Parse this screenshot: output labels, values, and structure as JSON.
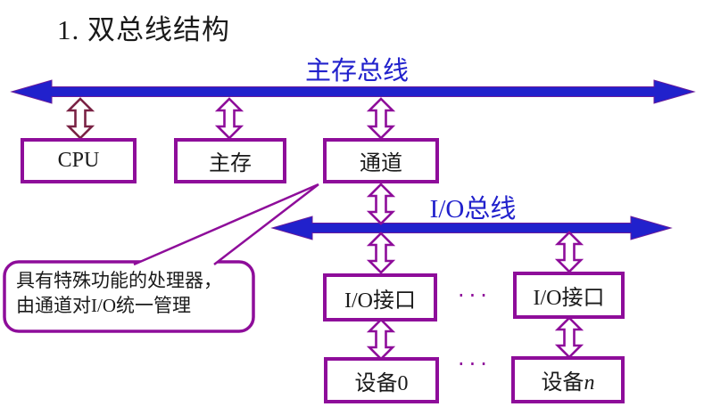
{
  "colors": {
    "blue": "#2121cc",
    "purple": "#8e0d9a",
    "maroon": "#7a2244",
    "ink": "#1a1a1a"
  },
  "title": "1. 双总线结构",
  "buses": {
    "memory_bus_label": "主存总线",
    "io_bus_label": "I/O总线"
  },
  "boxes": {
    "cpu": "CPU",
    "main_memory": "主存",
    "channel": "通道",
    "io_interface_left": "I/O接口",
    "io_interface_right": "I/O接口",
    "device0": "设备0",
    "device_n_main": "设备",
    "device_n_italic": "n"
  },
  "ellipsis": {
    "interfaces": "···",
    "devices": "···"
  },
  "callout": {
    "line1": "具有特殊功能的处理器，",
    "line2": "由通道对I/O统一管理"
  }
}
